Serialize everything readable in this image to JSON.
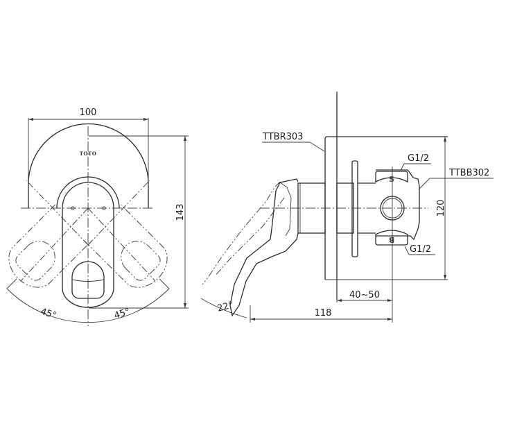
{
  "drawing": {
    "front_view": {
      "brand_logo": "TOTO",
      "dimensions": {
        "width": "100",
        "height": "143",
        "rotation_left": "45°",
        "rotation_right": "45°"
      }
    },
    "side_view": {
      "labels": {
        "cover_plate_model": "TTBR303",
        "body_model": "TTBB302",
        "thread_top": "G1/2",
        "thread_bottom": "G1/2",
        "port_top_mark": "S",
        "port_bottom_mark": "B"
      },
      "dimensions": {
        "plate_height": "120",
        "wall_depth": "40~50",
        "projection": "118",
        "handle_angle": "22°"
      }
    }
  }
}
